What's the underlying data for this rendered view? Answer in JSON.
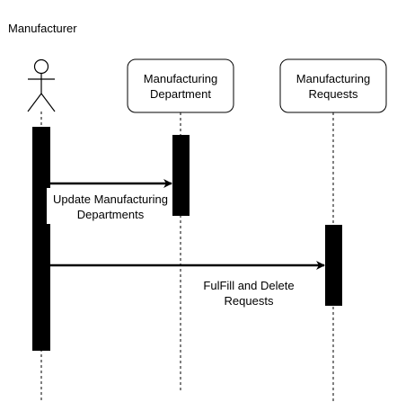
{
  "diagram": {
    "actor_label": "Manufacturer",
    "participants": [
      {
        "line1": "Manufacturing",
        "line2": "Department"
      },
      {
        "line1": "Manufacturing",
        "line2": "Requests"
      }
    ],
    "messages": [
      {
        "line1": "Update Manufacturing",
        "line2": "Departments"
      },
      {
        "line1": "FulFill and Delete",
        "line2": "Requests"
      }
    ]
  }
}
